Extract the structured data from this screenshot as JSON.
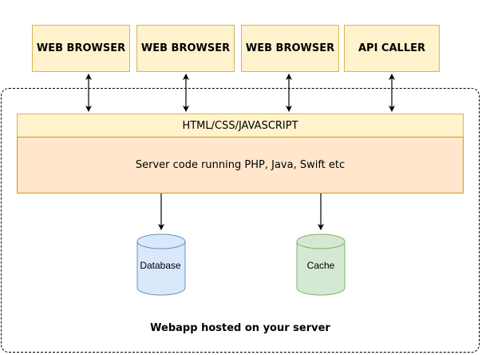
{
  "clients": [
    {
      "label": "WEB BROWSER"
    },
    {
      "label": "WEB BROWSER"
    },
    {
      "label": "WEB BROWSER"
    },
    {
      "label": "API CALLER"
    }
  ],
  "frontend": {
    "label": "HTML/CSS/JAVASCRIPT"
  },
  "server": {
    "label": "Server code running PHP, Java, Swift etc"
  },
  "stores": [
    {
      "label": "Database",
      "fill": "#dae8fc",
      "stroke": "#6c8ebf"
    },
    {
      "label": "Cache",
      "fill": "#d5e8d4",
      "stroke": "#82b366"
    }
  ],
  "hosted_caption": "Webapp hosted on your server"
}
